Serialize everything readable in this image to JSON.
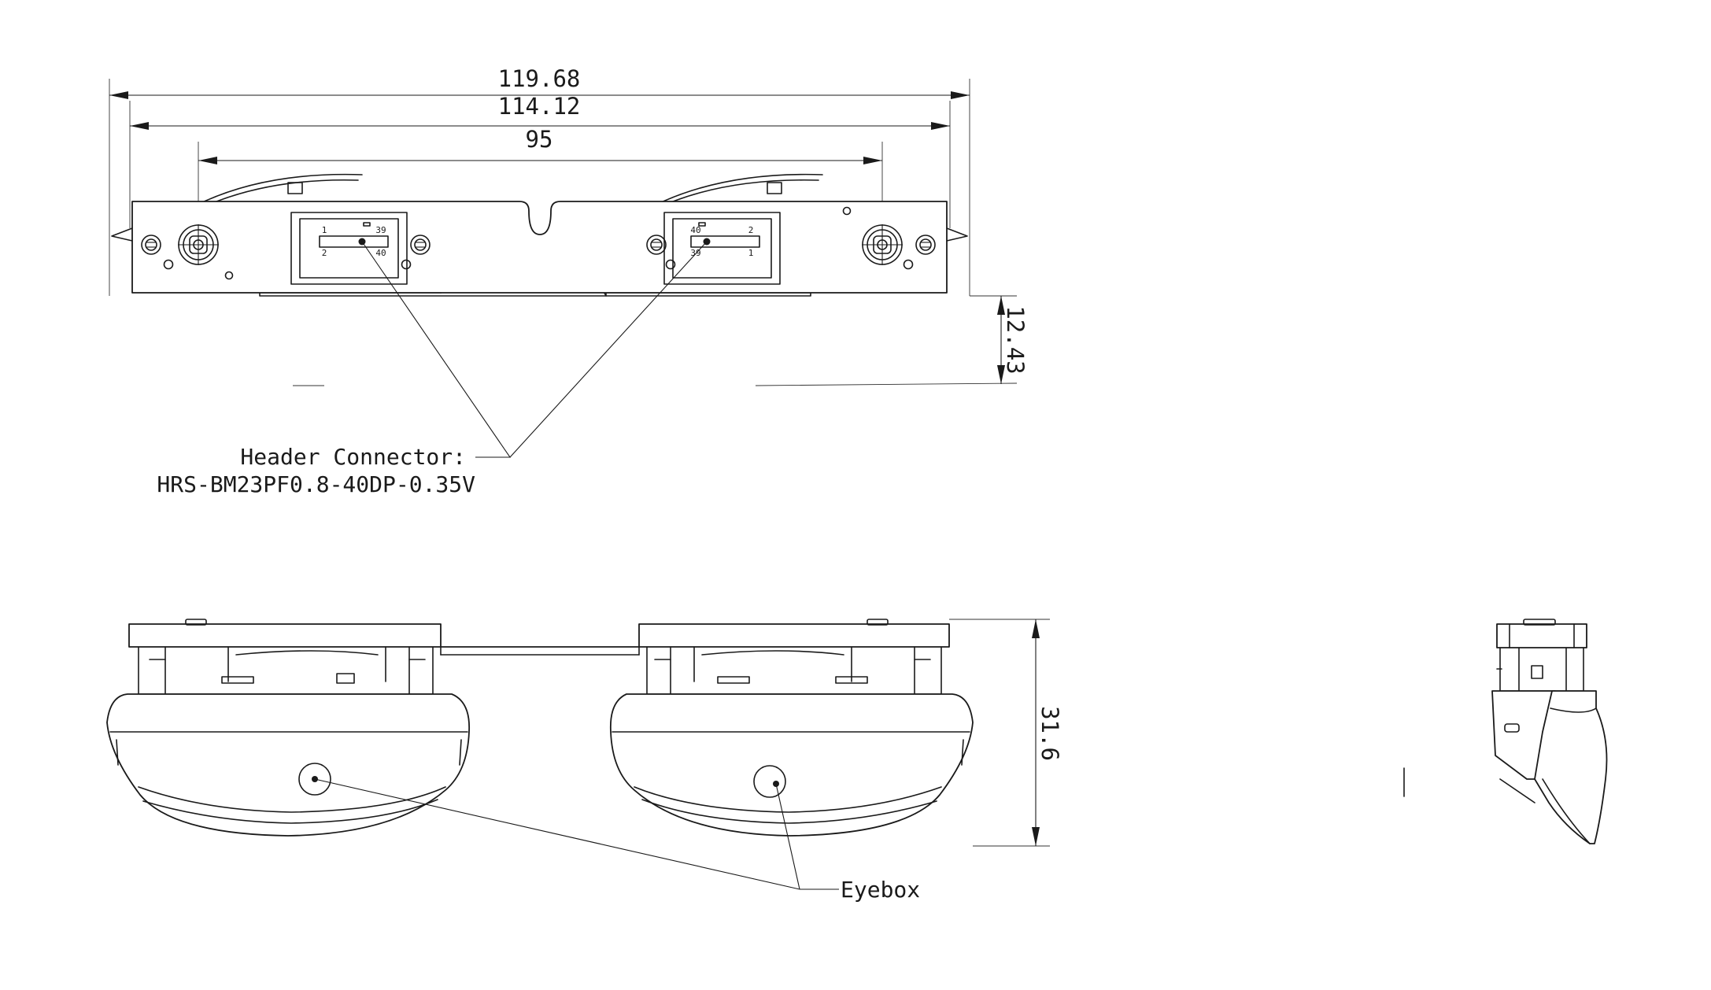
{
  "dimensions": {
    "overall_width": "119.68",
    "mount_width": "114.12",
    "pitch": "95",
    "top_view_height": "12.43",
    "front_view_height": "31.6"
  },
  "connector_pins": {
    "left": {
      "top_left": "1",
      "top_right": "39",
      "bottom_left": "2",
      "bottom_right": "40"
    },
    "right": {
      "top_left": "40",
      "top_right": "2",
      "bottom_left": "39",
      "bottom_right": "1"
    }
  },
  "callouts": {
    "header_connector_title": "Header Connector:",
    "header_connector_part": "HRS-BM23PF0.8-40DP-0.35V",
    "eyebox": "Eyebox"
  }
}
